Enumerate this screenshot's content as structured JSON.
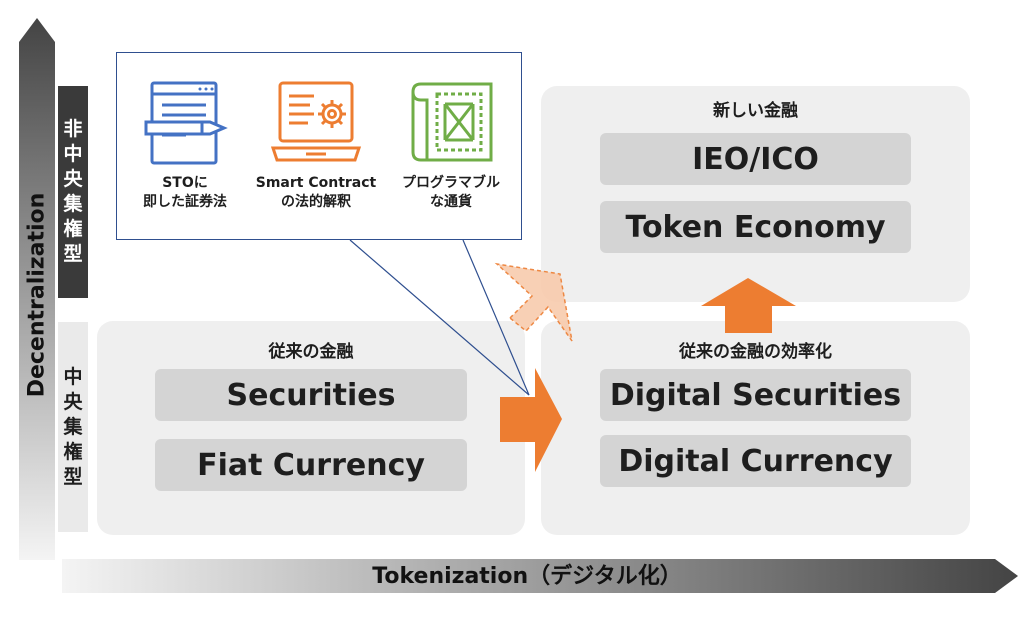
{
  "axes": {
    "y_label": "Decentralization",
    "x_label": "Tokenization（デジタル化）"
  },
  "y_categories": {
    "upper": "非中央集権型",
    "lower": "中央集権型"
  },
  "panels": {
    "traditional": {
      "title": "従来の金融",
      "items": [
        "Securities",
        "Fiat Currency"
      ]
    },
    "efficient": {
      "title": "従来の金融の効率化",
      "items": [
        "Digital Securities",
        "Digital Currency"
      ]
    },
    "new_finance": {
      "title": "新しい金融",
      "items": [
        "IEO/ICO",
        "Token Economy"
      ]
    }
  },
  "callout": {
    "items": [
      {
        "icon": "document-pencil-icon",
        "caption_lines": [
          "STOに",
          "即した証券法"
        ]
      },
      {
        "icon": "laptop-gear-icon",
        "caption_lines": [
          "Smart Contract",
          "の法的解釈"
        ]
      },
      {
        "icon": "blueprint-icon",
        "caption_lines": [
          "プログラマブル",
          "な通貨"
        ]
      }
    ]
  },
  "colors": {
    "accent_orange": "#ed7d31",
    "accent_orange_light": "#f8cbad",
    "callout_border": "#2f4f8f",
    "icon_blue": "#4472c4",
    "icon_orange": "#ed7d31",
    "icon_green": "#70ad47",
    "dark_label": "#3a3a3a",
    "panel": "#efefef",
    "pill": "#d4d4d4"
  }
}
